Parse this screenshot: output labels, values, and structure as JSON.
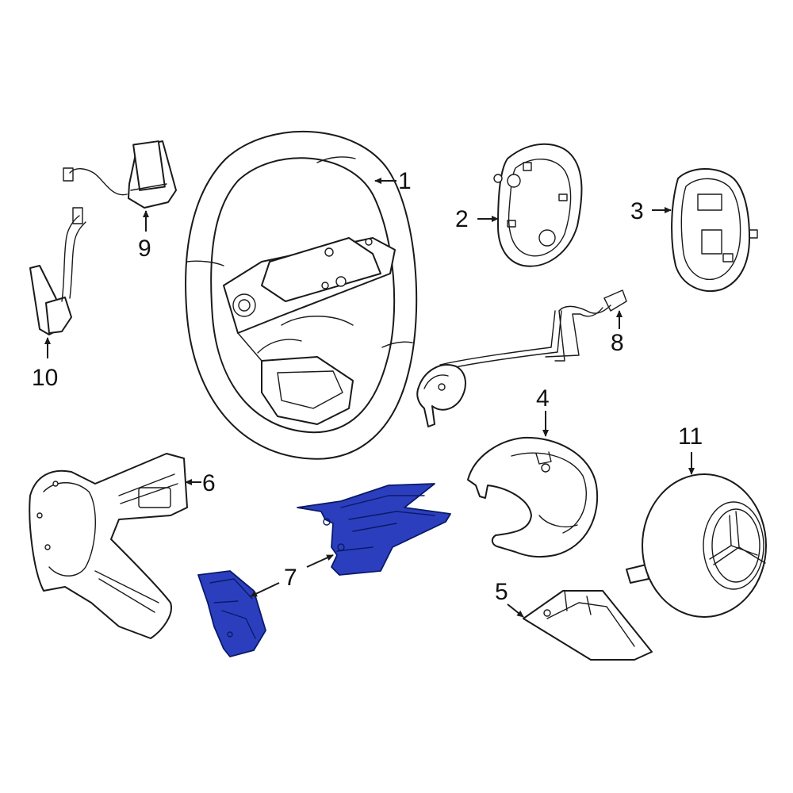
{
  "colors": {
    "highlight": "#2b3fbe",
    "line": "#1a1a1a",
    "background": "#ffffff"
  },
  "callouts": {
    "c1": "1",
    "c2": "2",
    "c3": "3",
    "c4": "4",
    "c5": "5",
    "c6": "6",
    "c7": "7",
    "c8": "8",
    "c9": "9",
    "c10": "10",
    "c11": "11"
  }
}
